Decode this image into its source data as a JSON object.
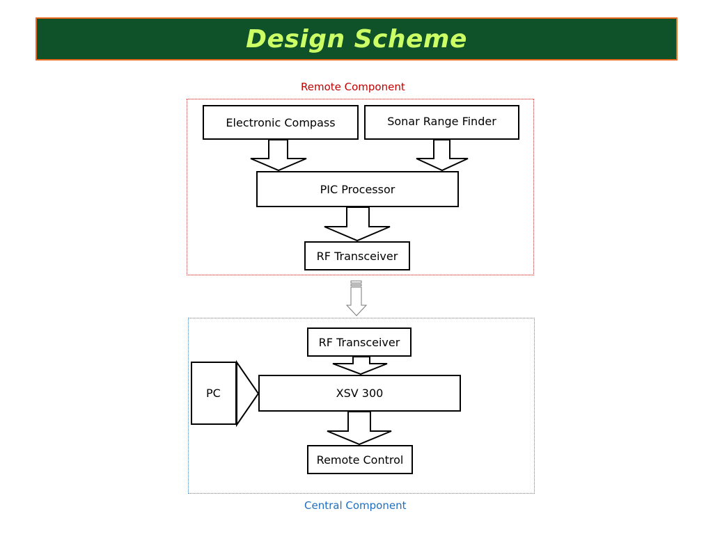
{
  "slide": {
    "title": "Design Scheme"
  },
  "groups": {
    "remote": {
      "label": "Remote Component"
    },
    "central": {
      "label": "Central Component"
    }
  },
  "blocks": {
    "electronic_compass": "Electronic Compass",
    "sonar_range_finder": "Sonar Range Finder",
    "pic_processor": "PIC Processor",
    "rf_transceiver_remote": "RF Transceiver",
    "rf_transceiver_central": "RF Transceiver",
    "xsv_300": "XSV 300",
    "pc": "PC",
    "remote_control": "Remote Control"
  },
  "colors": {
    "title_bg": "#0f5128",
    "title_border": "#e86a1e",
    "title_text": "#ccff66",
    "remote_accent": "#c00000",
    "central_accent": "#1f6fc0"
  }
}
